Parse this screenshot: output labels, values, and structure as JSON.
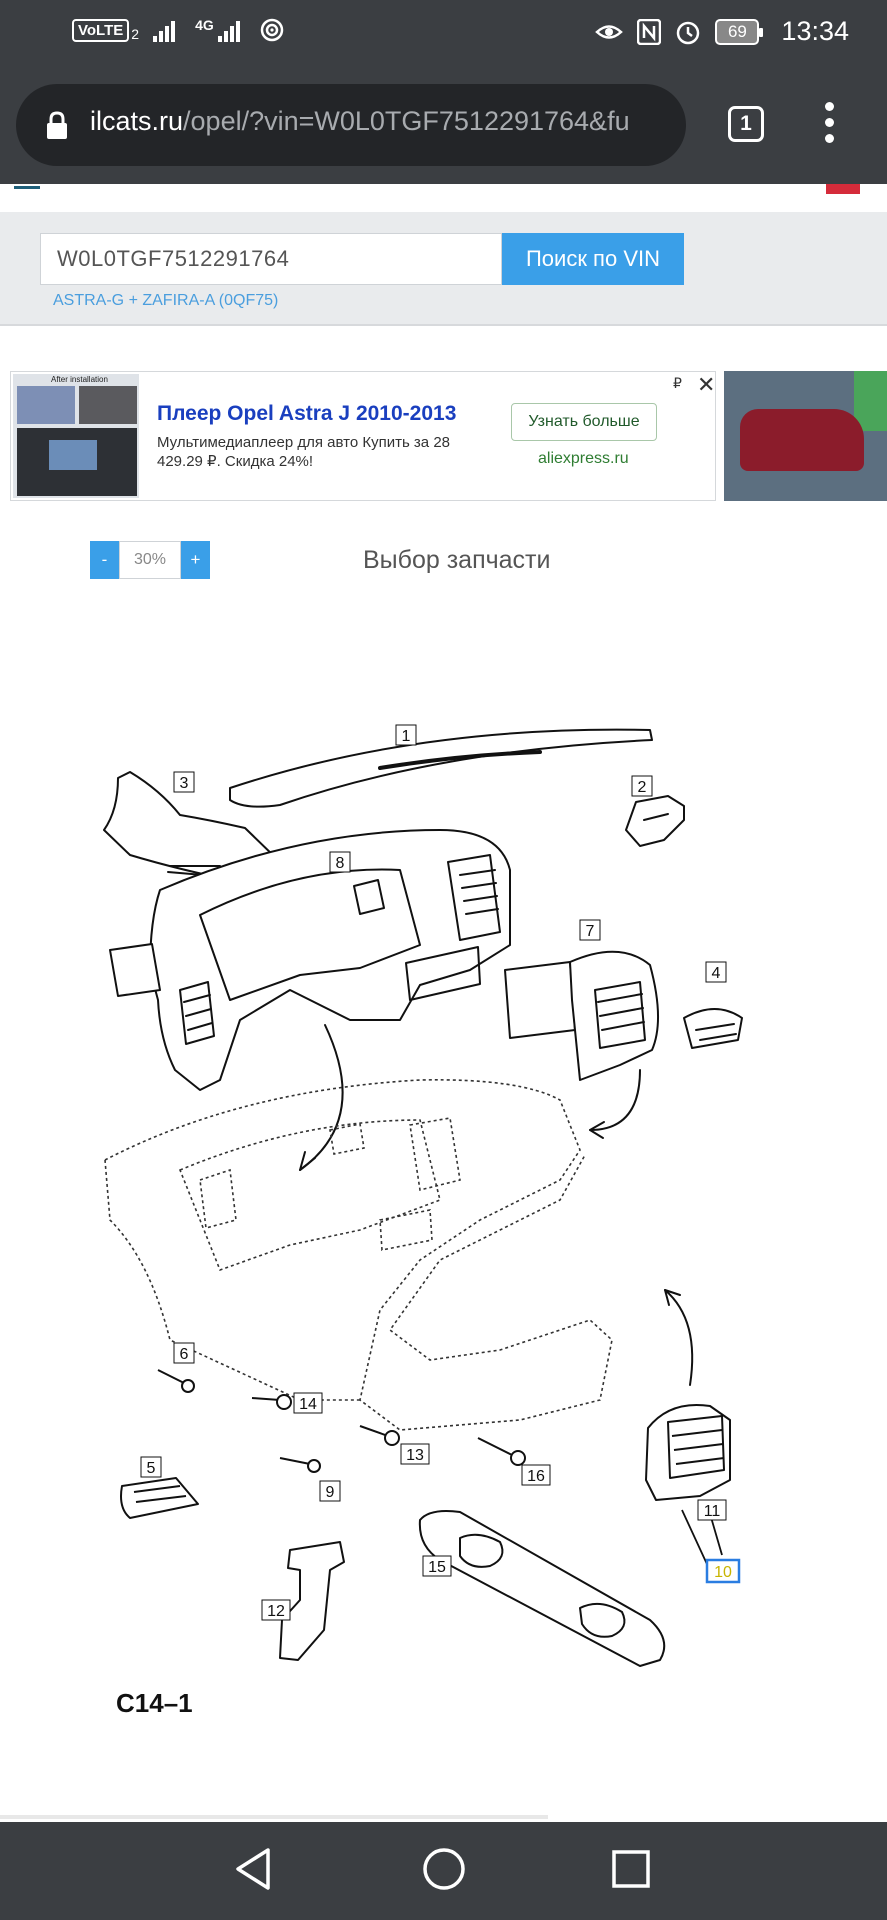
{
  "status_bar": {
    "volte": "VoLTE",
    "sim": "2",
    "network": "4G",
    "battery": "69",
    "time": "13:34"
  },
  "browser": {
    "url_host": "ilcats.ru",
    "url_path": "/opel/?vin=W0L0TGF7512291764&fu",
    "tab_count": "1"
  },
  "search": {
    "vin_value": "W0L0TGF7512291764",
    "button_label": "Поиск по VIN",
    "model_link": "ASTRA-G + ZAFIRA-A (0QF75)"
  },
  "ad": {
    "thumb_caption": "After installation",
    "title": "Плеер Opel Astra J 2010-2013",
    "description": "Мультимедиаплеер для авто Купить за 28 429.29 ₽. Скидка 24%!",
    "button_label": "Узнать больше",
    "domain": "aliexpress.ru",
    "ruble_mark": "₽",
    "close_mark": "✕"
  },
  "zoom": {
    "minus": "-",
    "value": "30%",
    "plus": "+"
  },
  "page_title": "Выбор запчасти",
  "diagram": {
    "code": "C14–1",
    "callouts": [
      "1",
      "2",
      "3",
      "4",
      "5",
      "6",
      "7",
      "8",
      "9",
      "10",
      "11",
      "12",
      "13",
      "14",
      "15",
      "16"
    ],
    "highlighted": "10"
  },
  "colors": {
    "accent": "#3a9fe8",
    "chrome": "#3b3e42",
    "highlight_border": "#2a7de1",
    "highlight_text": "#c8b400"
  }
}
